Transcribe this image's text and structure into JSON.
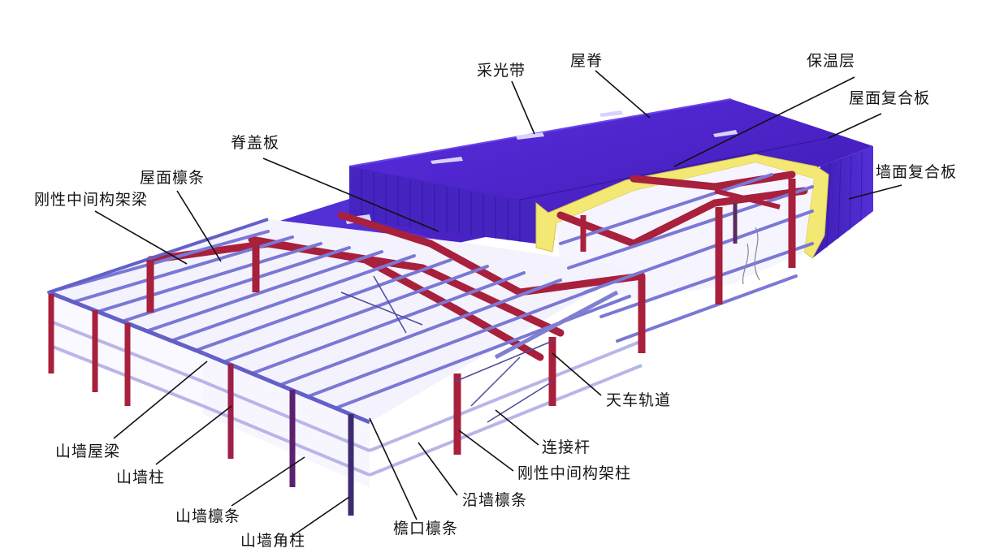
{
  "title": "钢结构厂房构造示意图",
  "colors": {
    "roof_panel": "#4a22c8",
    "roof_panel_dark": "#3a17a6",
    "insulation": "#f2e873",
    "steel_frame": "#a8203c",
    "purlin": "#7a78d6",
    "leader_line": "#111111",
    "skylight": "#d8d2ff"
  },
  "labels": {
    "skylight_strip": "采光带",
    "roof_ridge": "屋脊",
    "insulation_layer": "保温层",
    "roof_composite_panel": "屋面复合板",
    "wall_composite_panel": "墙面复合板",
    "ridge_cap": "脊盖板",
    "roof_purlin": "屋面檩条",
    "rigid_intermediate_frame_beam": "刚性中间构架梁",
    "crane_rail": "天车轨道",
    "connecting_rod": "连接杆",
    "rigid_intermediate_frame_column": "刚性中间构架柱",
    "side_wall_purlin": "沿墙檩条",
    "eave_purlin": "檐口檩条",
    "gable_roof_beam": "山墙屋梁",
    "gable_column": "山墙柱",
    "gable_purlin": "山墙檩条",
    "gable_corner_column": "山墙角柱"
  }
}
